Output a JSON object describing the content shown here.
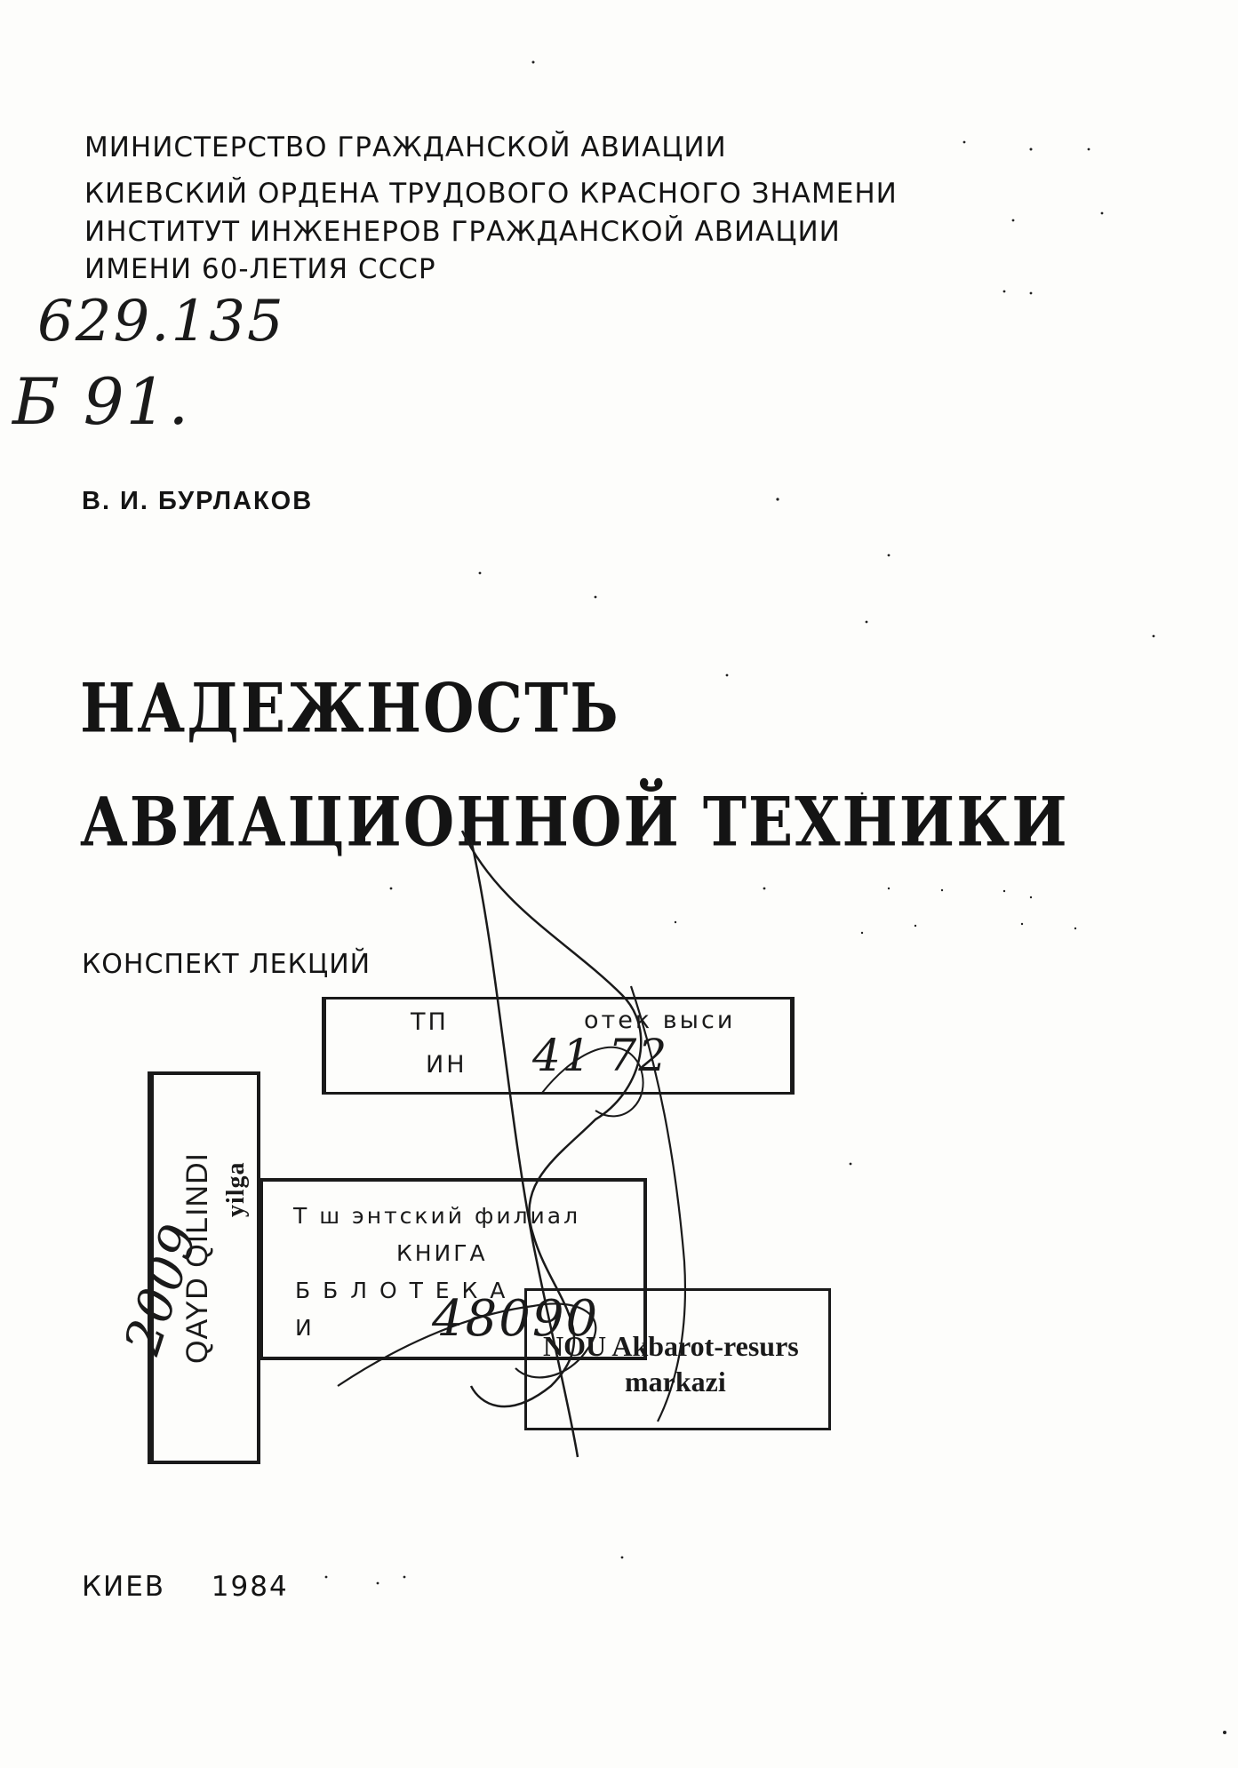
{
  "header": {
    "line1": "МИНИСТЕРСТВО ГРАЖДАНСКОЙ АВИАЦИИ",
    "line2": "КИЕВСКИЙ ОРДЕНА ТРУДОВОГО КРАСНОГО ЗНАМЕНИ",
    "line3": "ИНСТИТУТ ИНЖЕНЕРОВ ГРАЖДАНСКОЙ АВИАЦИИ",
    "line4": "ИМЕНИ 60-ЛЕТИЯ СССР"
  },
  "catalog": {
    "udc": "629.135",
    "index": "Б 91."
  },
  "author": "В. И. БУРЛАКОВ",
  "title": {
    "line1": "НАДЕЖНОСТЬ",
    "line2": "АВИАЦИОННОЙ ТЕХНИКИ"
  },
  "subtitle": "КОНСПЕКТ ЛЕКЦИЙ",
  "imprint": {
    "city": "КИЕВ",
    "year": "1984"
  },
  "stamps": {
    "library_top": {
      "line1": "ТП",
      "line1b": "отек выси",
      "line2": "ИН",
      "number": "41 72"
    },
    "library_branch": {
      "line1": "Т   ш  энтский филиал",
      "line2": "КНИГА",
      "line3": "Б   Б Л  О Т Е К А",
      "line4": "И",
      "number": "48090"
    },
    "registered": {
      "year": "2009",
      "suffix": "yilga",
      "label": "QAYD QILINDI"
    },
    "resource_center": {
      "line1": "NOU Akbarot-resurs",
      "line2": "markazi"
    }
  }
}
